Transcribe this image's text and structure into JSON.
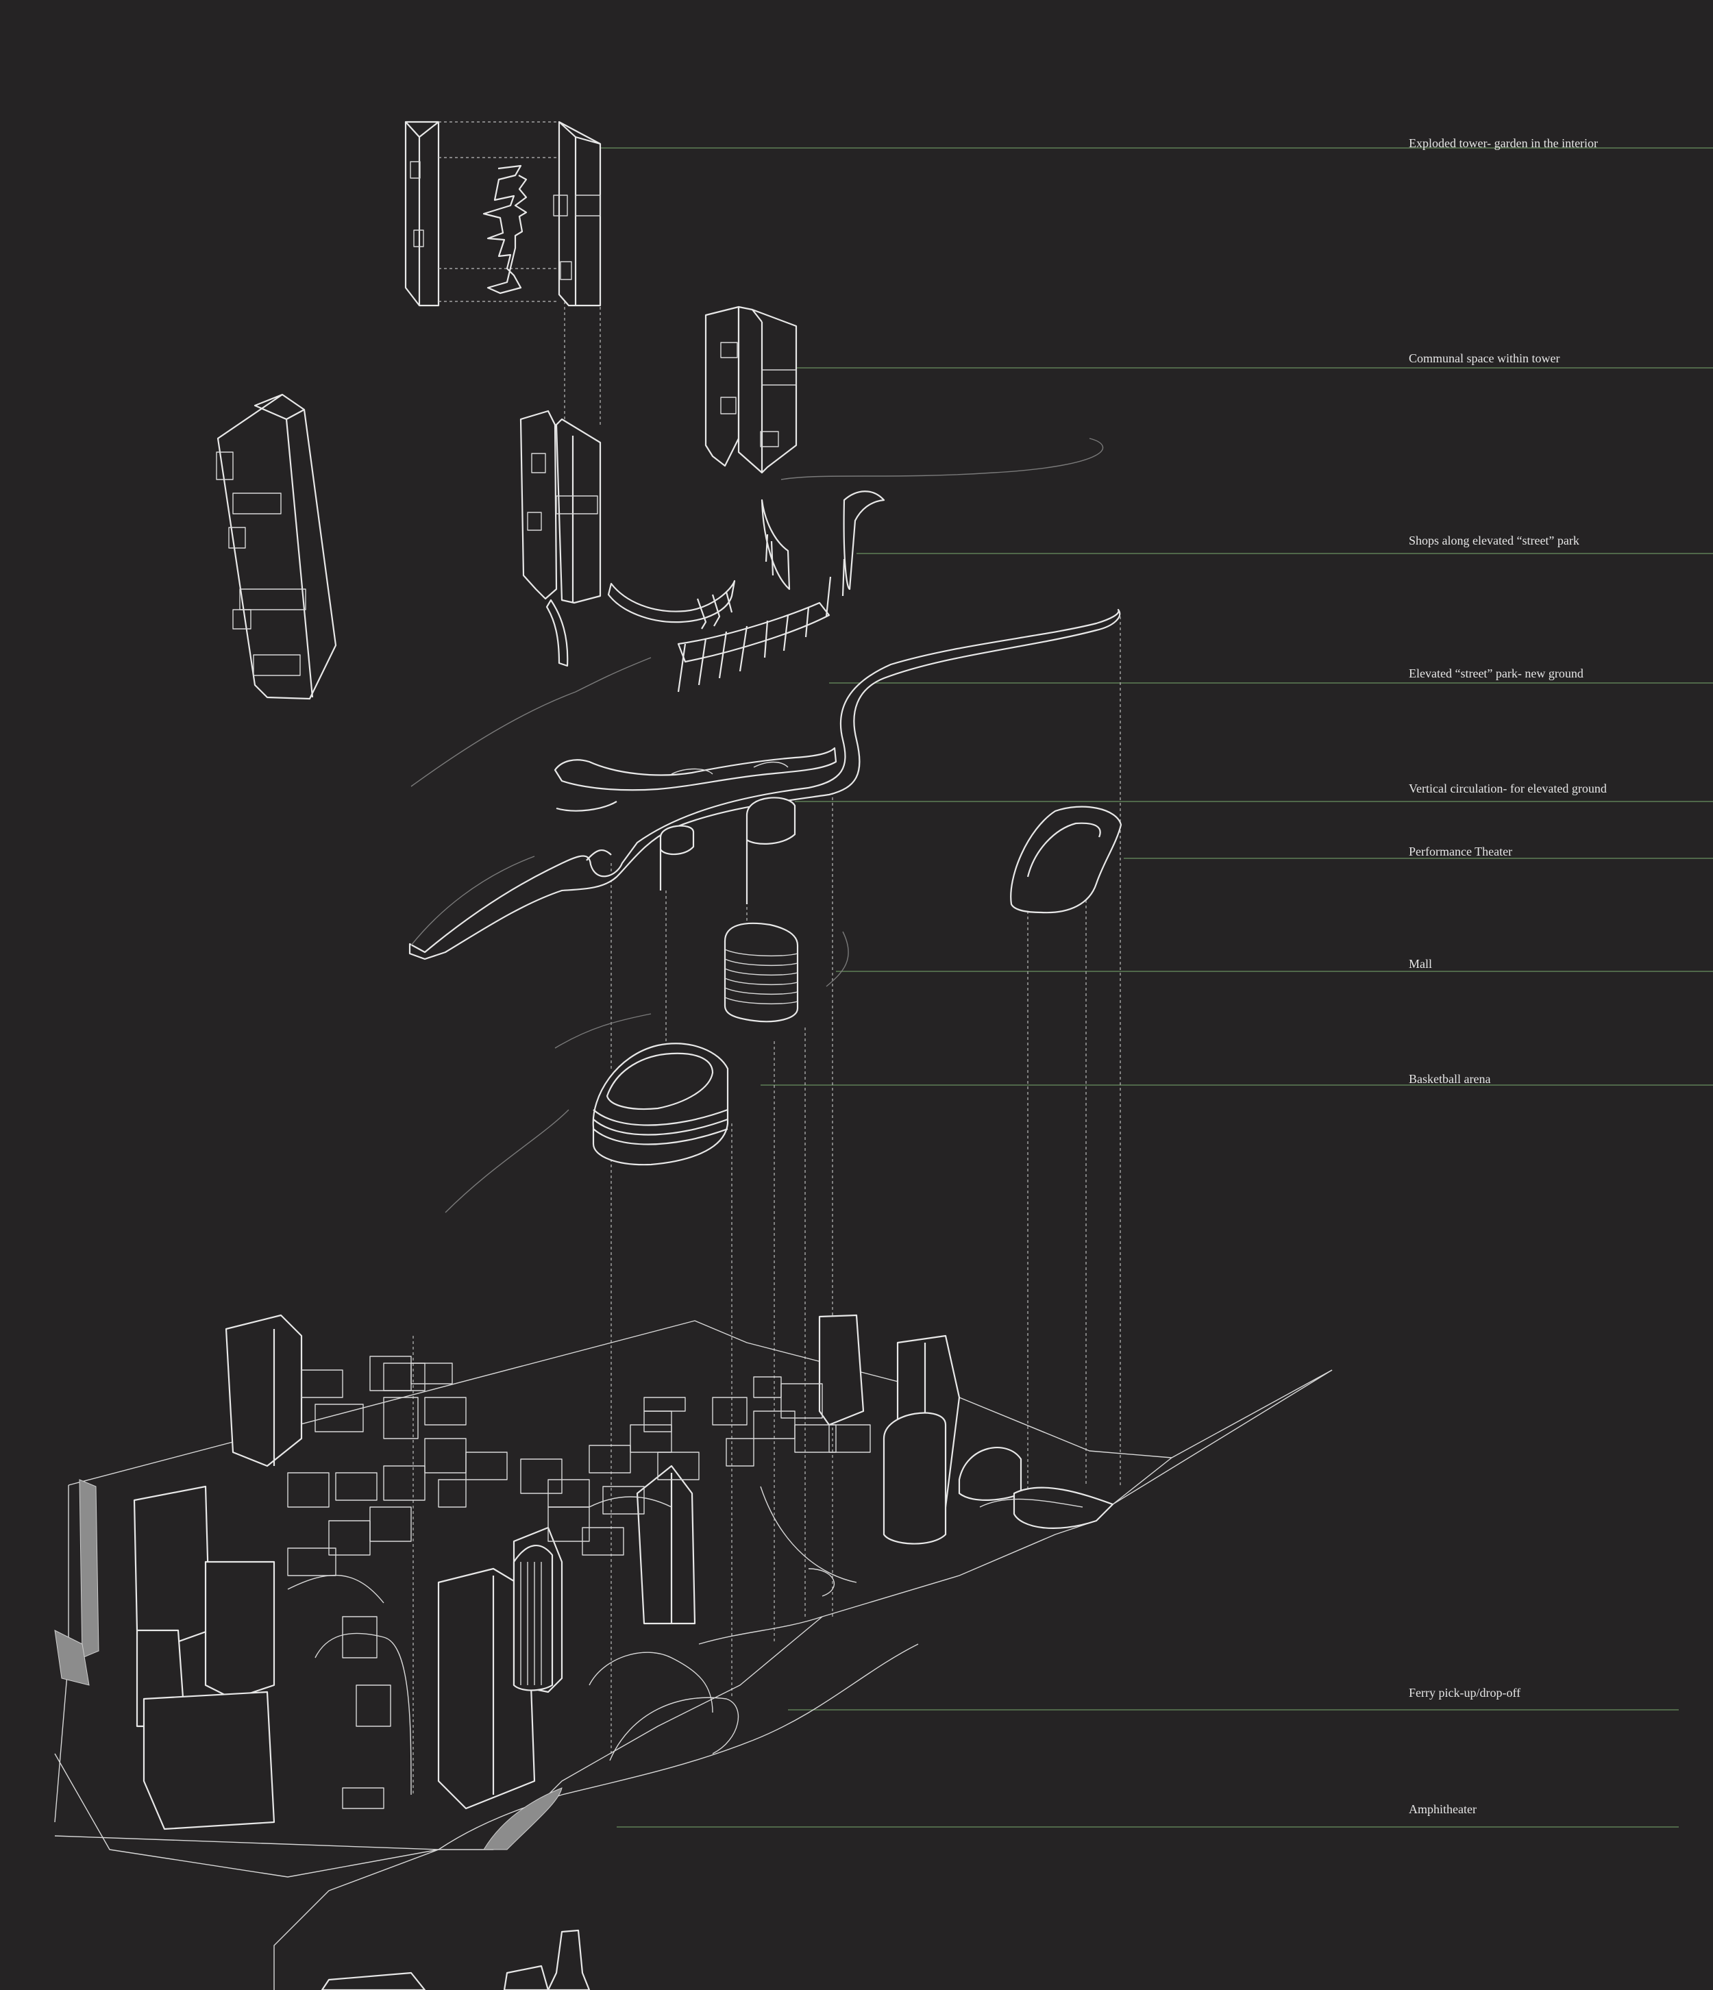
{
  "colors": {
    "background": "#252324",
    "linework": "#e8e8e8",
    "leader": "#5f7f56",
    "guide": "#bdbdbd",
    "label_text": "#e6e6e6"
  },
  "labels": [
    {
      "id": "exploded-tower",
      "text": "Exploded tower- garden in the interior"
    },
    {
      "id": "communal-space",
      "text": "Communal space within tower"
    },
    {
      "id": "shops",
      "text": "Shops along elevated “street” park"
    },
    {
      "id": "elevated-park",
      "text": "Elevated “street” park- new ground"
    },
    {
      "id": "vertical-circulation",
      "text": "Vertical circulation- for elevated ground"
    },
    {
      "id": "performance-theater",
      "text": "Performance Theater"
    },
    {
      "id": "mall",
      "text": "Mall"
    },
    {
      "id": "basketball-arena",
      "text": "Basketball arena"
    },
    {
      "id": "ferry",
      "text": "Ferry pick-up/drop-off"
    },
    {
      "id": "amphitheater",
      "text": "Amphitheater"
    }
  ]
}
